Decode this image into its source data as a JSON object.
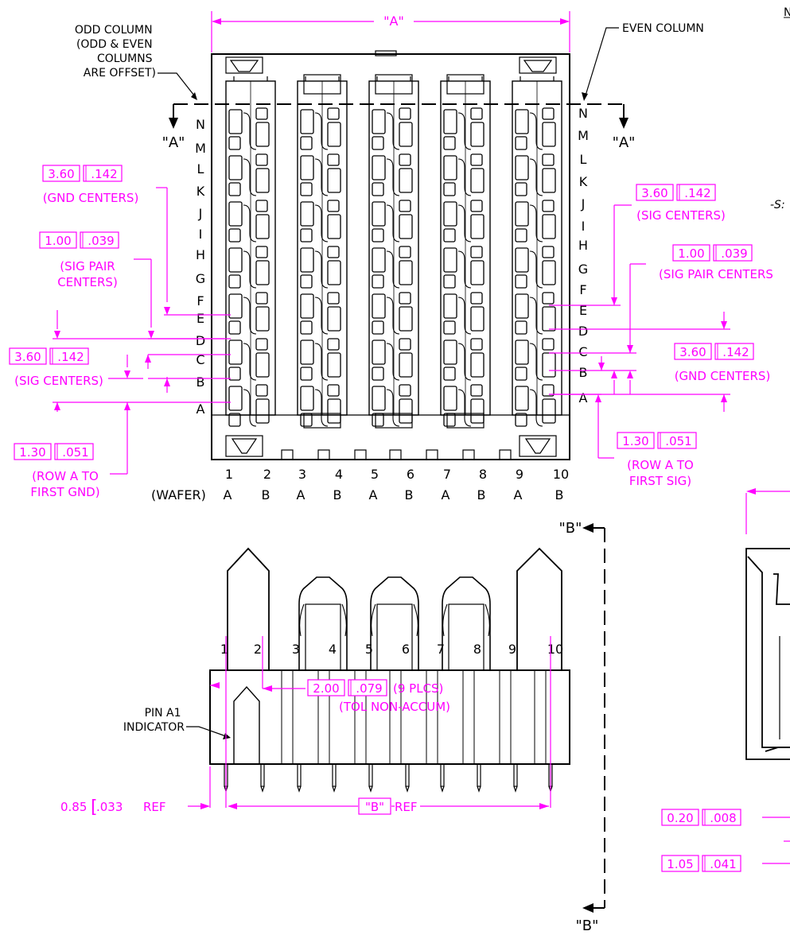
{
  "colors": {
    "ink": "#000000",
    "dimension": "#ff00ff",
    "background": "#ffffff"
  },
  "top_view": {
    "dim_a": "\"A\"",
    "odd_column_label": [
      "ODD COLUMN",
      "(ODD & EVEN",
      "COLUMNS",
      "ARE OFFSET)"
    ],
    "even_column_label": "EVEN COLUMN",
    "section_label": "\"A\"",
    "rows_left": [
      "N",
      "M",
      "L",
      "K",
      "J",
      "I",
      "H",
      "G",
      "F",
      "E",
      "D",
      "C",
      "B",
      "A"
    ],
    "rows_right": [
      "N",
      "M",
      "L",
      "K",
      "J",
      "I",
      "H",
      "G",
      "F",
      "E",
      "D",
      "C",
      "B",
      "A"
    ],
    "columns": [
      "1",
      "2",
      "3",
      "4",
      "5",
      "6",
      "7",
      "8",
      "9",
      "10"
    ],
    "wafer_label": "(WAFER)",
    "wafers": [
      "A",
      "B",
      "A",
      "B",
      "A",
      "B",
      "A",
      "B",
      "A",
      "B"
    ],
    "left_dims": [
      {
        "mm": "3.60",
        "inch": ".142",
        "note": [
          "(GND CENTERS)"
        ]
      },
      {
        "mm": "1.00",
        "inch": ".039",
        "note": [
          "(SIG PAIR",
          "CENTERS)"
        ]
      },
      {
        "mm": "3.60",
        "inch": ".142",
        "note": [
          "(SIG CENTERS)"
        ]
      },
      {
        "mm": "1.30",
        "inch": ".051",
        "note": [
          "(ROW A TO",
          "FIRST GND)"
        ]
      }
    ],
    "right_dims": [
      {
        "mm": "3.60",
        "inch": ".142",
        "note": [
          "(SIG CENTERS)"
        ]
      },
      {
        "mm": "1.00",
        "inch": ".039",
        "note": [
          "(SIG PAIR CENTERS"
        ]
      },
      {
        "mm": "3.60",
        "inch": ".142",
        "note": [
          "(GND CENTERS)"
        ]
      },
      {
        "mm": "1.30",
        "inch": ".051",
        "note": [
          "(ROW A TO",
          "FIRST SIG)"
        ]
      }
    ],
    "top_right_note": "N",
    "side_note": "-S:"
  },
  "front_view": {
    "pin_indicator": [
      "PIN A1",
      "INDICATOR"
    ],
    "pins": [
      "1",
      "2",
      "3",
      "4",
      "5",
      "6",
      "7",
      "8",
      "9",
      "10"
    ],
    "pitch": {
      "mm": "2.00",
      "inch": ".079",
      "note": "(9 PLCS)",
      "note2": "(TOL NON-ACCUM)"
    },
    "offset": {
      "mm": "0.85",
      "inch": ".033",
      "suffix": "REF"
    },
    "dim_b": {
      "label": "\"B\"",
      "suffix": "REF"
    },
    "section_b": "\"B\""
  },
  "side_view": {
    "dims": [
      {
        "mm": "0.20",
        "inch": ".008"
      },
      {
        "mm": "1.05",
        "inch": ".041"
      }
    ]
  }
}
